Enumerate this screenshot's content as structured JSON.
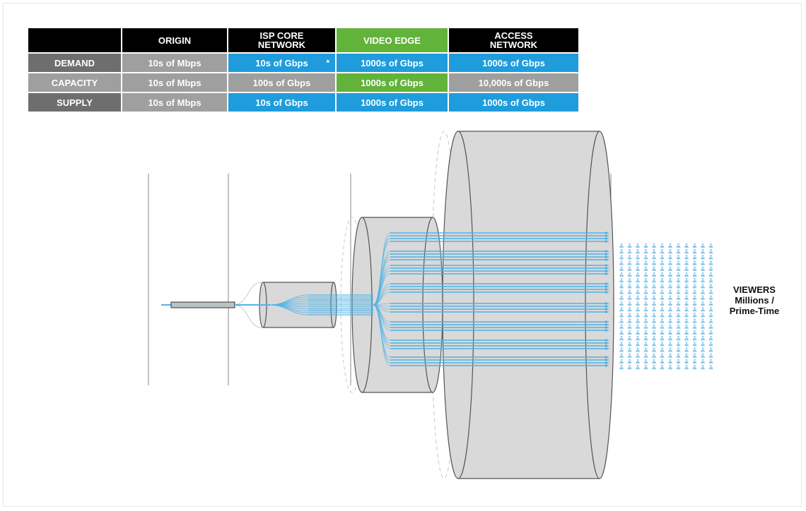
{
  "table": {
    "headers": [
      "",
      "ORIGIN",
      "ISP CORE\nNETWORK",
      "VIDEO EDGE",
      "ACCESS\nNETWORK"
    ],
    "rows": [
      {
        "label": "DEMAND",
        "cells": [
          "10s of Mbps",
          "10s of Gbps",
          "1000s of Gbps",
          "1000s of Gbps"
        ],
        "note": "*"
      },
      {
        "label": "CAPACITY",
        "cells": [
          "10s of Mbps",
          "100s of Gbps",
          "1000s of Gbps",
          "10,000s of Gbps"
        ]
      },
      {
        "label": "SUPPLY",
        "cells": [
          "10s of Mbps",
          "10s of Gbps",
          "1000s of Gbps",
          "1000s of Gbps"
        ]
      }
    ]
  },
  "viewers": {
    "line1": "VIEWERS",
    "line2": "Millions /",
    "line3": "Prime-Time"
  },
  "colors": {
    "blue": "#1f9cdc",
    "green": "#62b33a",
    "dark_gray": "#6e6e6e",
    "light_gray": "#9f9f9f",
    "black": "#000000",
    "cylinder_fill": "#d9d9d9",
    "stream_blue": "#4fb3e6"
  }
}
